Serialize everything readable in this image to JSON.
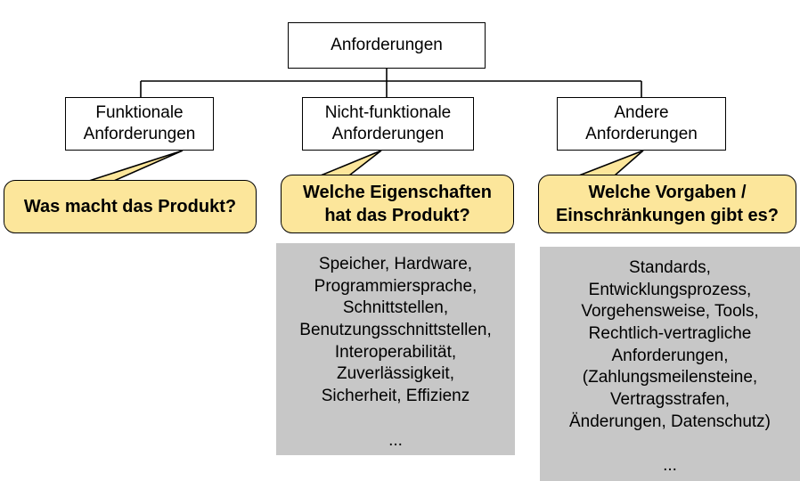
{
  "diagram": {
    "type": "tree-with-callouts",
    "language": "de",
    "colors": {
      "callout_fill": "#fce69b",
      "callout_border": "#000000",
      "box_fill": "#ffffff",
      "box_border": "#000000",
      "gray_fill": "#c7c7c7",
      "background": "#ffffff",
      "text": "#000000"
    },
    "root": {
      "label": "Anforderungen"
    },
    "branches": [
      {
        "key": "functional",
        "label": "Funktionale\nAnforderungen",
        "callout": "Was macht das Produkt?",
        "details": null
      },
      {
        "key": "nonfunctional",
        "label": "Nicht-funktionale\nAnforderungen",
        "callout": "Welche Eigenschaften\nhat das Produkt?",
        "details": "Speicher, Hardware,\nProgrammiersprache,\nSchnittstellen,\nBenutzungsschnittstellen,\nInteroperabilität,\nZuverlässigkeit,\nSicherheit, Effizienz\n\n..."
      },
      {
        "key": "other",
        "label": "Andere\nAnforderungen",
        "callout": "Welche Vorgaben /\nEinschränkungen gibt es?",
        "details": "Standards,\nEntwicklungsprozess,\nVorgehensweise, Tools,\nRechtlich-vertragliche\nAnforderungen,\n(Zahlungsmeilensteine,\nVertragsstrafen,\nÄnderungen, Datenschutz)\n\n..."
      }
    ]
  }
}
